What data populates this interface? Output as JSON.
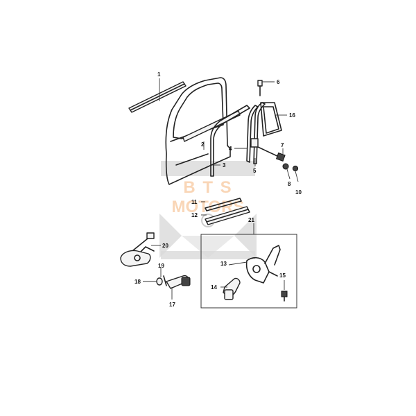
{
  "watermark": {
    "line1": "B T S",
    "line2": "MOTORS",
    "text_color": "#f5b98a",
    "shape_color": "#d9d9d9"
  },
  "callouts": {
    "c1": "1",
    "c2": "2",
    "c3": "3",
    "c4": "4",
    "c5": "5",
    "c6": "6",
    "c7": "7",
    "c8": "8",
    "c10": "10",
    "c11": "11",
    "c12": "12",
    "c13": "13",
    "c14": "14",
    "c15": "15",
    "c16": "16",
    "c17": "17",
    "c18": "18",
    "c19": "19",
    "c20": "20",
    "c21": "21"
  }
}
